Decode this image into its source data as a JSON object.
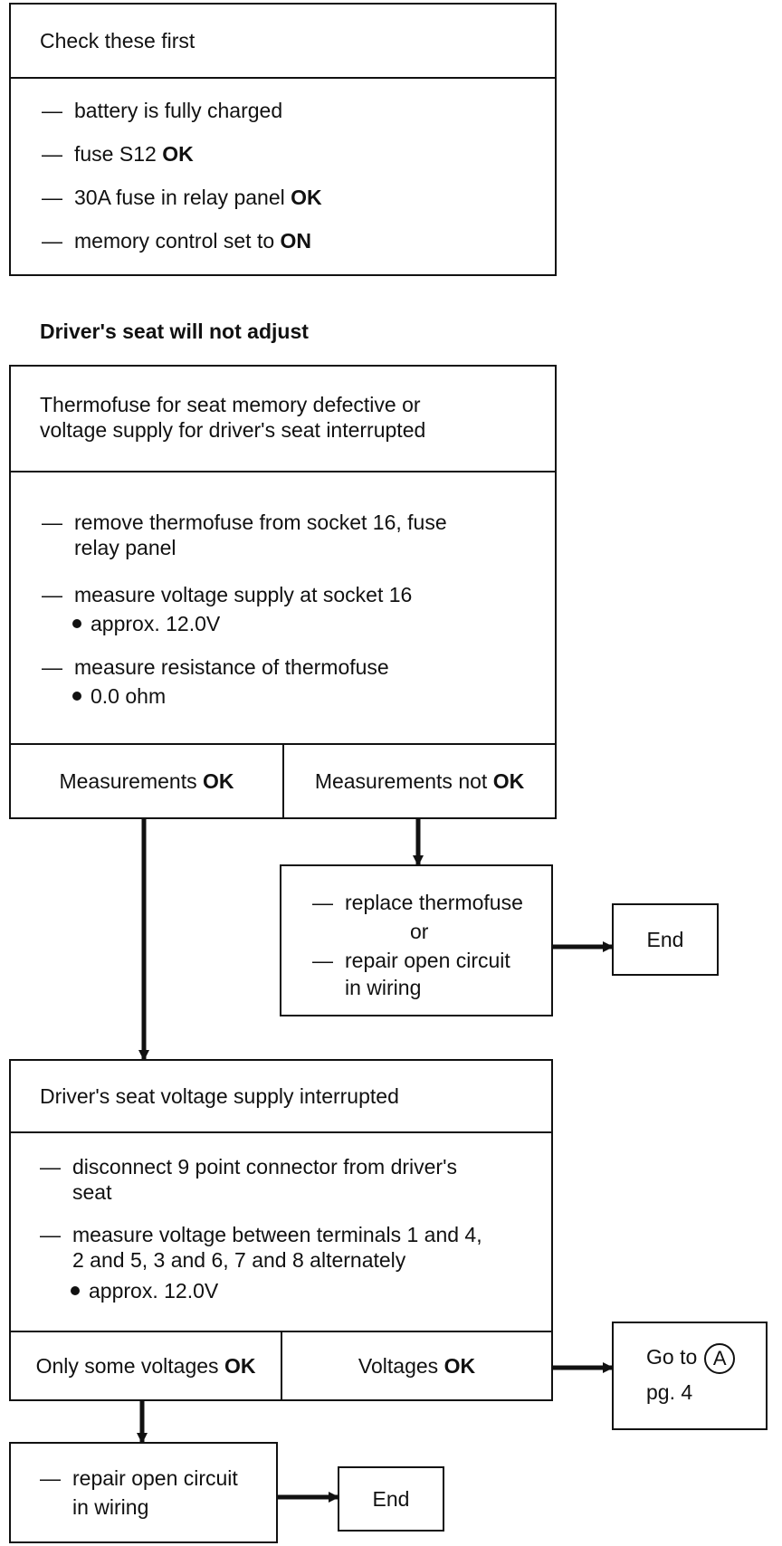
{
  "check_box": {
    "header": "Check these first",
    "items": [
      {
        "text": "battery is fully charged",
        "bold": ""
      },
      {
        "text": "fuse S12 ",
        "bold": "OK"
      },
      {
        "text": "30A fuse in relay panel ",
        "bold": "OK"
      },
      {
        "text": "memory control set to ",
        "bold": "ON"
      }
    ]
  },
  "section_title": "Driver's seat will not adjust",
  "thermofuse_box": {
    "header_line1": "Thermofuse for seat memory defective or",
    "header_line2": "voltage supply for driver's seat interrupted",
    "step1_line1": "remove thermofuse from socket 16, fuse",
    "step1_line2": "relay panel",
    "step2": "measure voltage supply at socket 16",
    "step2_spec": "approx. 12.0V",
    "step3": "measure resistance of thermofuse",
    "step3_spec": "0.0 ohm",
    "result_ok": "Measurements ",
    "result_ok_bold": "OK",
    "result_not_ok": "Measurements not ",
    "result_not_ok_bold": "OK"
  },
  "repair_box_1": {
    "line1": "replace thermofuse",
    "or": "or",
    "line2": "repair open circuit",
    "line3": "in wiring"
  },
  "end_1": "End",
  "voltage_box": {
    "header": "Driver's seat voltage supply interrupted",
    "step1_line1": "disconnect 9 point connector from driver's",
    "step1_line2": "seat",
    "step2_line1": "measure voltage between terminals 1 and 4,",
    "step2_line2": "2 and 5, 3 and 6, 7 and 8 alternately",
    "step2_spec": "approx. 12.0V",
    "result_some": "Only some voltages ",
    "result_some_bold": "OK",
    "result_ok": "Voltages ",
    "result_ok_bold": "OK"
  },
  "goto_box": {
    "line1": "Go to",
    "marker": "A",
    "line2": "pg. 4"
  },
  "repair_box_2": {
    "line1": "repair open circuit",
    "line2": "in wiring"
  },
  "end_2": "End",
  "dash": "—"
}
